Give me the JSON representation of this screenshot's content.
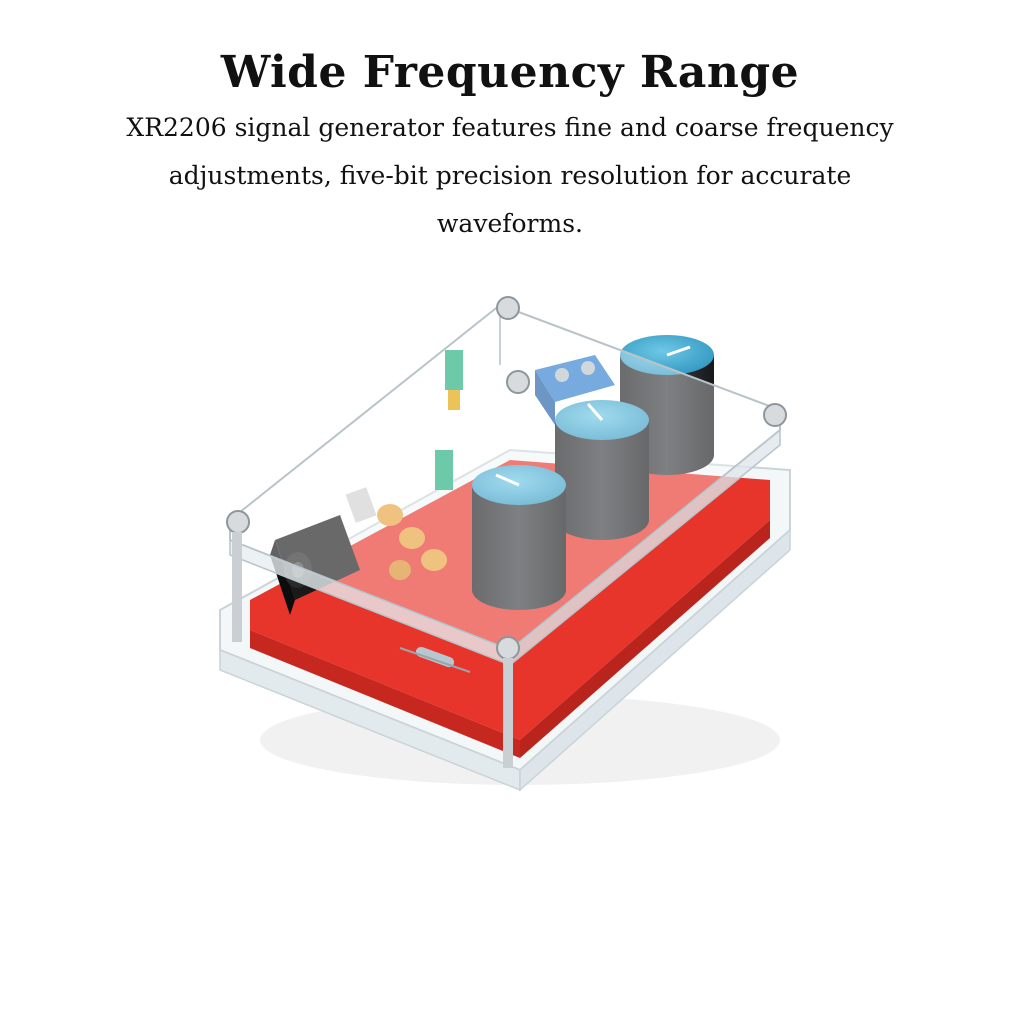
{
  "heading": {
    "title": "Wide Frequency Range",
    "description": "XR2206 signal generator features fine and coarse frequency adjustments, five-bit precision resolution for accurate waveforms."
  },
  "product_image": {
    "icon": "signal-generator-kit-photo",
    "colors": {
      "pcb": "#e8352b",
      "knob_body": "#2b2d30",
      "knob_cap": "#3aa6cf",
      "terminal_block": "#2f7fd0",
      "jumper": "#1fae7a",
      "capacitor": "#e9a23b",
      "acrylic_edge": "#cfd8dd"
    }
  }
}
